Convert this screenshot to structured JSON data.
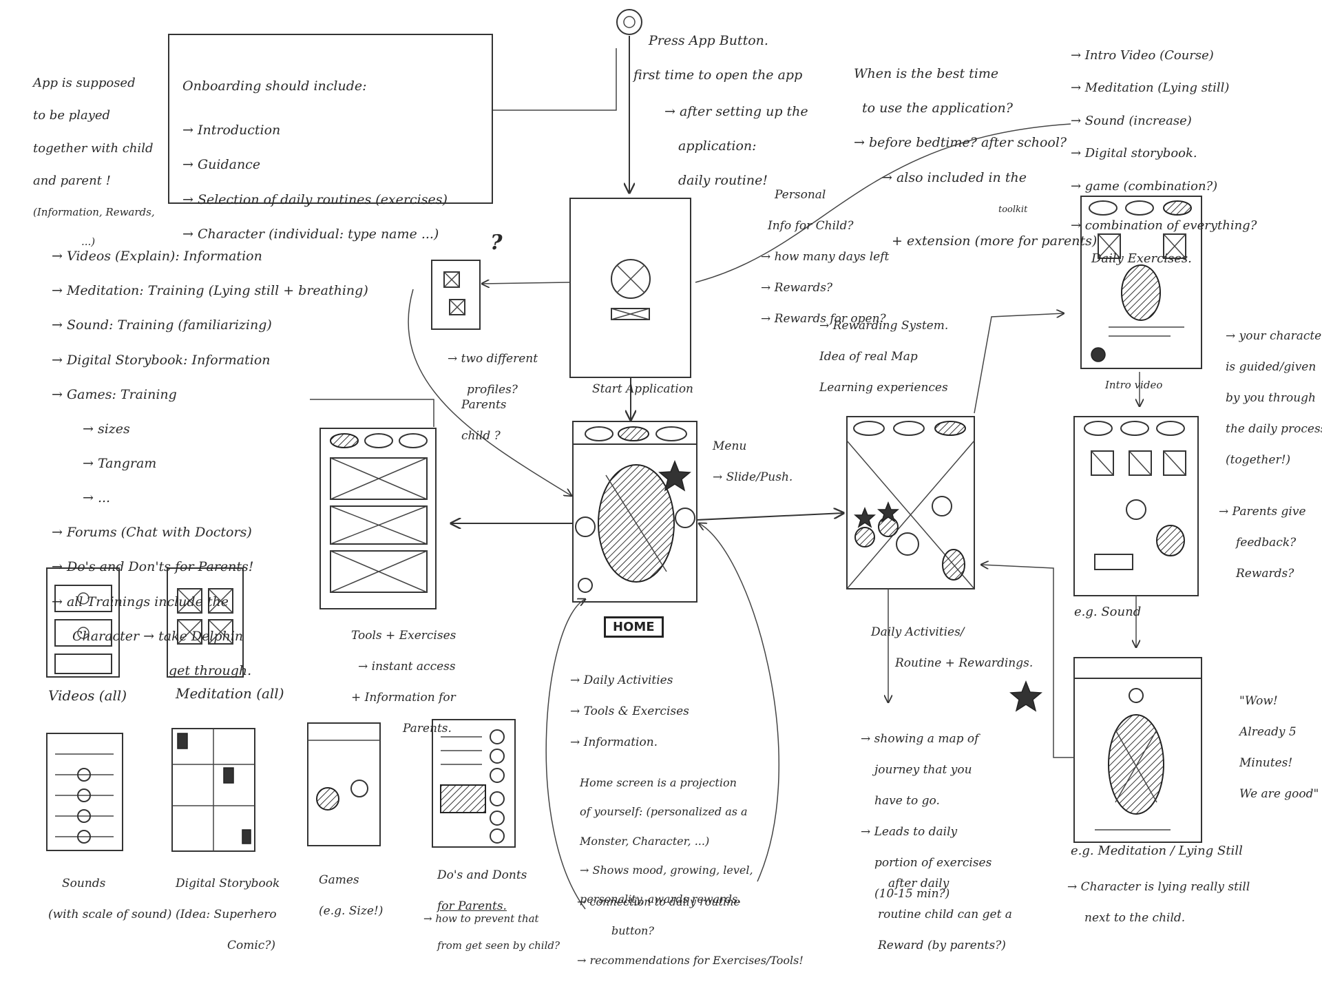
{
  "top": {
    "press_button": "Press App Button.",
    "first_time": "first time to open the app",
    "after_setup": [
      "→ after setting up the",
      "application:",
      "daily routine!"
    ]
  },
  "left_note": [
    "App is supposed",
    "to be played",
    "together with child",
    "and parent !",
    "(Information, Rewards,",
    "...)"
  ],
  "onboarding": {
    "title": "Onboarding should include:",
    "items": [
      "→ Introduction",
      "→ Guidance",
      "→ Selection of daily routines (exercises)",
      "→ Character (individual: type name ...)"
    ]
  },
  "best_time": [
    "When is the best time",
    "to use the application?",
    "→ before bedtime? after school?",
    "→ also included in the",
    "toolkit",
    "+ extension (more for parents)"
  ],
  "intro_list": [
    "→ Intro Video (Course)",
    "→ Meditation (Lying still)",
    "→ Sound (increase)",
    "→ Digital storybook.",
    "→ game (combination?)",
    "→ combination of everything?",
    "Daily Exercises."
  ],
  "personal": [
    "Personal",
    "Info for Child?",
    "→ how many days left",
    "→ Rewards?",
    "→ Rewards for open?"
  ],
  "categories": [
    "→ Videos (Explain): Information",
    "→ Meditation: Training (Lying still + breathing)",
    "→ Sound: Training (familiarizing)",
    "→ Digital Storybook: Information",
    "→ Games: Training",
    "→ sizes",
    "→ Tangram",
    "→ ...",
    "→ Forums (Chat with Doctors)",
    "→ Do's and Don'ts for Parents!",
    "→ all Trainings include the",
    "Character → take Delphin",
    "get through."
  ],
  "profile": {
    "question": "?",
    "note": [
      "→ two different",
      "profiles?"
    ],
    "parents_child": [
      "Parents",
      "child ?"
    ]
  },
  "start_label": "Start Application",
  "menu": [
    "Menu",
    "→ Slide/Push."
  ],
  "home_badge": "HOME",
  "home_list": [
    "→ Daily Activities",
    "→ Tools & Exercises",
    "→ Information."
  ],
  "tools_note": [
    "Tools + Exercises",
    "→ instant access",
    "+ Information for",
    "Parents."
  ],
  "rewarding": [
    "→ Rewarding System.",
    "Idea of real Map",
    "Learning experiences"
  ],
  "daily_activities": [
    "Daily Activities/",
    "Routine + Rewardings."
  ],
  "intro_video": "Intro video",
  "character_guided": [
    "→ your character",
    "is guided/given",
    "by you through",
    "the daily process",
    "(together!)"
  ],
  "parents_feedback": [
    "→ Parents give",
    "feedback?",
    "Rewards?"
  ],
  "eg_sound": "e.g. Sound",
  "wow": [
    "\"Wow!",
    "Already 5",
    "Minutes!",
    "We are good\""
  ],
  "eg_meditation": "e.g. Meditation / Lying Still",
  "character_still": [
    "→ Character is lying really still",
    "next to the child."
  ],
  "map_note": [
    "→ showing a map of",
    "journey that you",
    "have to go.",
    "→ Leads to daily",
    "portion of exercises",
    "(10-15 min?)"
  ],
  "after_daily": [
    "after daily",
    "routine child can get a",
    "Reward (by parents?)"
  ],
  "homescreen": [
    "Home screen is a projection",
    "of yourself: (personalized as a",
    "Monster, Character, ...)",
    "→ Shows mood, growing, level,",
    "personality, awards rewards."
  ],
  "connection": [
    "→ connection to daily routine",
    "button?",
    "→ recommendations for Exercises/Tools!"
  ],
  "parents_prevent": [
    "→ how to prevent that",
    "from get seen by child?"
  ],
  "thumbs": {
    "videos": "Videos (all)",
    "meditation": "Meditation (all)",
    "sounds": [
      "Sounds",
      "(with scale of sound)"
    ],
    "storybook": [
      "Digital Storybook",
      "(Idea: Superhero",
      "Comic?)"
    ],
    "games": [
      "Games",
      "(e.g. Size!)"
    ],
    "dos": [
      "Do's and Donts",
      "for Parents."
    ]
  }
}
